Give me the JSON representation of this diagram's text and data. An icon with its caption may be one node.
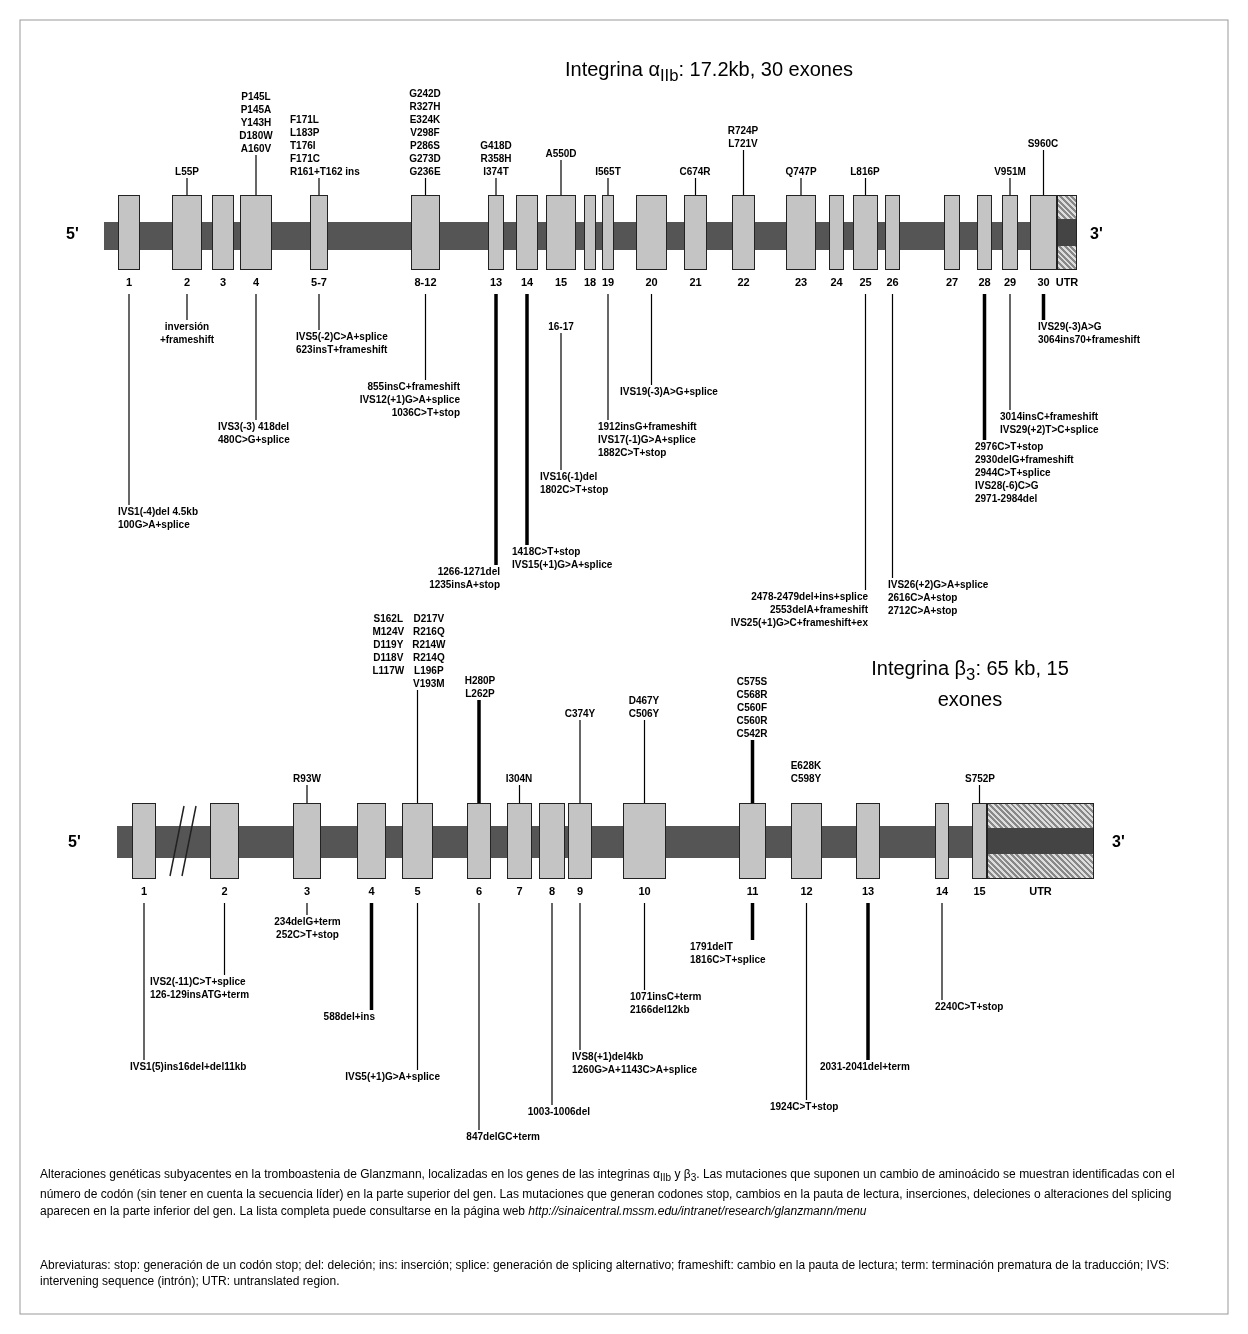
{
  "diagram": {
    "caption": "Alteraciones genéticas subyacentes en la tromboastenia de Glanzmann, localizadas en los genes de las integrinas α$_{IIb}$ y β$_{3}$. Las mutaciones que suponen un cambio de aminoácido se muestran identificadas con el número de codón (sin tener en cuenta la secuencia líder) en la parte superior del gen. Las mutaciones que generan codones stop, cambios en la pauta de lectura, inserciones, deleciones o alteraciones del splicing aparecen en la parte inferior del gen. La lista completa puede consultarse en la página web *http://sinaicentral.mssm.edu/intranet/research/glanzmann/menu*",
    "nodes": [
      {
        "text": [],
        "shape": "box",
        "beside": [
          "1"
        ]
      },
      {
        "text": [],
        "shape": "box",
        "beside": [
          "2"
        ]
      },
      {
        "text": [],
        "shape": "box",
        "beside": [
          "3"
        ]
      },
      {
        "text": [],
        "shape": "box",
        "beside": [
          "4"
        ]
      },
      {
        "text": [],
        "shape": "box",
        "beside": [
          "5-7"
        ]
      },
      {
        "text": [],
        "shape": "box",
        "beside": [
          "8-12"
        ]
      },
      {
        "text": [],
        "shape": "box",
        "beside": [
          "13"
        ]
      },
      {
        "text": [],
        "shape": "box",
        "beside": [
          "14"
        ]
      },
      {
        "text": [],
        "shape": "box",
        "beside": [
          "15"
        ]
      },
      {
        "text": [],
        "shape": "box",
        "beside": [
          "18"
        ]
      },
      {
        "text": [],
        "shape": "box",
        "beside": [
          "19"
        ]
      },
      {
        "text": [],
        "shape": "box",
        "beside": [
          "20"
        ]
      },
      {
        "text": [],
        "shape": "box",
        "beside": [
          "21"
        ]
      },
      {
        "text": [],
        "shape": "box",
        "beside": [
          "22"
        ]
      },
      {
        "text": [],
        "shape": "box",
        "beside": [
          "23"
        ]
      },
      {
        "text": [],
        "shape": "box",
        "beside": [
          "24"
        ]
      },
      {
        "text": [],
        "shape": "box",
        "beside": [
          "25"
        ]
      },
      {
        "text": [],
        "shape": "box",
        "beside": [
          "26"
        ]
      },
      {
        "text": [],
        "shape": "box",
        "beside": [
          "27"
        ]
      },
      {
        "text": [],
        "shape": "box",
        "beside": [
          "28"
        ]
      },
      {
        "text": [],
        "shape": "box",
        "beside": [
          "29"
        ]
      },
      {
        "text": [],
        "shape": "box",
        "beside": [
          "30"
        ]
      },
      {
        "text": [],
        "shape": "box",
        "beside": [
          "UTR"
        ]
      },
      {
        "text": [
          "L55P"
        ]
      },
      {
        "text": [
          "P145L",
          "P145A",
          "Y143H",
          "D180W",
          "A160V"
        ]
      },
      {
        "text": [
          "F171L",
          "L183P",
          "T176I",
          "F171C",
          "R161+T162 ins"
        ]
      },
      {
        "text": [
          "G242D",
          "R327H",
          "E324K",
          "V298F",
          "P286S",
          "G273D",
          "G236E"
        ]
      },
      {
        "text": [
          "G418D",
          "R358H",
          "I374T"
        ]
      },
      {
        "text": [
          "A550D"
        ]
      },
      {
        "text": [
          "I565T"
        ]
      },
      {
        "text": [
          "C674R"
        ]
      },
      {
        "text": [
          "R724P",
          "L721V"
        ]
      },
      {
        "text": [
          "Q747P"
        ]
      },
      {
        "text": [
          "L816P"
        ]
      },
      {
        "text": [
          "V951M"
        ]
      },
      {
        "text": [
          "S960C"
        ]
      },
      {
        "text": [
          "IVS1(-4)del 4.5kb",
          "100G>A+splice"
        ]
      },
      {
        "text": [
          "inversión",
          "+frameshift"
        ]
      },
      {
        "text": [
          "IVS3(-3) 418del",
          "480C>G+splice"
        ]
      },
      {
        "text": [
          "IVS5(-2)C>A+splice",
          "623insT+frameshift"
        ]
      },
      {
        "text": [
          "855insC+frameshift",
          "IVS12(+1)G>A+splice",
          "1036C>T+stop"
        ]
      },
      {
        "text": [
          "1266-1271del",
          "1235insA+stop"
        ]
      },
      {
        "text": [
          "1418C>T+stop",
          "IVS15(+1)G>A+splice"
        ]
      },
      {
        "text": [
          "16-17"
        ]
      },
      {
        "text": [
          "IVS16(-1)del",
          "1802C>T+stop"
        ]
      },
      {
        "text": [
          "1912insG+frameshift",
          "IVS17(-1)G>A+splice",
          "1882C>T+stop"
        ]
      },
      {
        "text": [
          "IVS19(-3)A>G+splice"
        ]
      },
      {
        "text": [
          "2478-2479del+ins+splice",
          "2553delA+frameshift",
          "IVS25(+1)G>C+frameshift+ex"
        ]
      },
      {
        "text": [
          "IVS26(+2)G>A+splice",
          "2616C>A+stop",
          "2712C>A+stop"
        ]
      },
      {
        "text": [
          "2976C>T+stop",
          "2930delG+frameshift",
          "2944C>T+splice",
          "IVS28(-6)C>G",
          "2971-2984del"
        ]
      },
      {
        "text": [
          "3014insC+frameshift",
          "IVS29(+2)T>C+splice"
        ]
      },
      {
        "text": [
          "IVS29(-3)A>G",
          "3064ins70+frameshift"
        ]
      },
      {
        "text": [],
        "shape": "box",
        "beside": [
          "1"
        ]
      },
      {
        "text": [],
        "shape": "box",
        "beside": [
          "2"
        ]
      },
      {
        "text": [],
        "shape": "box",
        "beside": [
          "3"
        ]
      },
      {
        "text": [],
        "shape": "box",
        "beside": [
          "4"
        ]
      },
      {
        "text": [],
        "shape": "box",
        "beside": [
          "5"
        ]
      },
      {
        "text": [],
        "shape": "box",
        "beside": [
          "6"
        ]
      },
      {
        "text": [],
        "shape": "box",
        "beside": [
          "7"
        ]
      },
      {
        "text": [],
        "shape": "box",
        "beside": [
          "8"
        ]
      },
      {
        "text": [],
        "shape": "box",
        "beside": [
          "9"
        ]
      },
      {
        "text": [],
        "shape": "box",
        "beside": [
          "10"
        ]
      },
      {
        "text": [],
        "shape": "box",
        "beside": [
          "11"
        ]
      },
      {
        "text": [],
        "shape": "box",
        "beside": [
          "12"
        ]
      },
      {
        "text": [],
        "shape": "box",
        "beside": [
          "13"
        ]
      },
      {
        "text": [],
        "shape": "box",
        "beside": [
          "14"
        ]
      },
      {
        "text": [],
        "shape": "box",
        "beside": [
          "15"
        ]
      },
      {
        "text": [],
        "shape": "box",
        "beside": [
          "UTR"
        ]
      },
      {
        "text": [
          "R93W"
        ]
      },
      {
        "text": [
          "S162L",
          "M124V",
          "D119Y",
          "D118V",
          "L117W",
          "D217V",
          "R216Q",
          "R214W",
          "R214Q",
          "L196P",
          "V193M"
        ]
      },
      {
        "text": [
          "H280P",
          "L262P"
        ]
      },
      {
        "text": [
          "I304N"
        ]
      },
      {
        "text": [
          "C374Y"
        ]
      },
      {
        "text": [
          "D467Y",
          "C506Y"
        ]
      },
      {
        "text": [
          "C575S",
          "C568R",
          "C560F",
          "C560R",
          "C542R"
        ]
      },
      {
        "text": [
          "S752P"
        ]
      },
      {
        "text": [
          "IVS1(5)ins16del+del11kb"
        ]
      },
      {
        "text": [
          "IVS2(-11)C>T+splice",
          "126-129insATG+term"
        ]
      },
      {
        "text": [
          "234delG+term",
          "252C>T+stop"
        ]
      },
      {
        "text": [
          "588del+ins"
        ]
      },
      {
        "text": [
          "IVS5(+1)G>A+splice"
        ]
      },
      {
        "text": [
          "847delGC+term"
        ]
      },
      {
        "text": [
          "1003-1006del"
        ]
      },
      {
        "text": [
          "IVS8(+1)del4kb",
          "1260G>A+1143C>A+splice"
        ]
      },
      {
        "text": [
          "1071insC+term",
          "2166del12kb"
        ]
      },
      {
        "text": [
          "1791delT",
          "1816C>T+splice"
        ]
      },
      {
        "text": [
          "1924C>T+stop"
        ]
      },
      {
        "text": [
          "2031-2041del+term"
        ]
      },
      {
        "text": [
          "2240C>T+stop"
        ]
      }
    ],
    "edges": [
      {
        "from": 23,
        "to": 1,
        "arrow": "none"
      },
      {
        "from": 24,
        "to": 3,
        "arrow": "none"
      },
      {
        "from": 25,
        "to": 4,
        "arrow": "none"
      },
      {
        "from": 26,
        "to": 5,
        "arrow": "none"
      },
      {
        "from": 27,
        "to": 6,
        "arrow": "none"
      },
      {
        "from": 28,
        "to": 8,
        "arrow": "none"
      },
      {
        "from": 29,
        "to": 10,
        "arrow": "none"
      },
      {
        "from": 30,
        "to": 12,
        "arrow": "none"
      },
      {
        "from": 31,
        "to": 13,
        "arrow": "none"
      },
      {
        "from": 32,
        "to": 14,
        "arrow": "none"
      },
      {
        "from": 33,
        "to": 16,
        "arrow": "none"
      },
      {
        "from": 34,
        "to": 20,
        "arrow": "none"
      },
      {
        "from": 35,
        "to": 21,
        "arrow": "none"
      },
      {
        "from": 36,
        "to": 0,
        "arrow": "none"
      },
      {
        "from": 37,
        "to": 1,
        "arrow": "none"
      },
      {
        "from": 38,
        "to": 3,
        "arrow": "none"
      },
      {
        "from": 39,
        "to": 4,
        "arrow": "none"
      },
      {
        "from": 40,
        "to": 5,
        "arrow": "none"
      },
      {
        "from": 41,
        "to": 6,
        "arrow": "none",
        "style": "thick"
      },
      {
        "from": 42,
        "to": 7,
        "arrow": "none",
        "style": "thick"
      },
      {
        "from": 43,
        "to": 44,
        "arrow": "none"
      },
      {
        "from": 45,
        "to": 10,
        "arrow": "none"
      },
      {
        "from": 46,
        "to": 11,
        "arrow": "none"
      },
      {
        "from": 47,
        "to": 16,
        "arrow": "none"
      },
      {
        "from": 48,
        "to": 17,
        "arrow": "none"
      },
      {
        "from": 49,
        "to": 19,
        "arrow": "none",
        "style": "thick"
      },
      {
        "from": 50,
        "to": 20,
        "arrow": "none"
      },
      {
        "from": 51,
        "to": 21,
        "arrow": "none",
        "style": "thick"
      },
      {
        "from": 68,
        "to": 54,
        "arrow": "none"
      },
      {
        "from": 69,
        "to": 56,
        "arrow": "none"
      },
      {
        "from": 70,
        "to": 57,
        "arrow": "none",
        "style": "thick"
      },
      {
        "from": 71,
        "to": 58,
        "arrow": "none"
      },
      {
        "from": 72,
        "to": 60,
        "arrow": "none"
      },
      {
        "from": 73,
        "to": 61,
        "arrow": "none"
      },
      {
        "from": 74,
        "to": 62,
        "arrow": "none",
        "style": "thick"
      },
      {
        "from": 75,
        "to": 66,
        "arrow": "none"
      },
      {
        "from": 76,
        "to": 52,
        "arrow": "none"
      },
      {
        "from": 77,
        "to": 53,
        "arrow": "none"
      },
      {
        "from": 78,
        "to": 54,
        "arrow": "none"
      },
      {
        "from": 79,
        "to": 55,
        "arrow": "none",
        "style": "thick"
      },
      {
        "from": 80,
        "to": 56,
        "arrow": "none"
      },
      {
        "from": 81,
        "to": 57,
        "arrow": "none"
      },
      {
        "from": 82,
        "to": 59,
        "arrow": "none"
      },
      {
        "from": 83,
        "to": 60,
        "arrow": "none"
      },
      {
        "from": 84,
        "to": 61,
        "arrow": "none"
      },
      {
        "from": 85,
        "to": 62,
        "arrow": "none",
        "style": "thick"
      },
      {
        "from": 86,
        "to": 63,
        "arrow": "none"
      },
      {
        "from": 87,
        "to": 64,
        "arrow": "none",
        "style": "thick"
      },
      {
        "from": 88,
        "to": 65,
        "arrow": "none"
      }
    ],
    "labels": [
      "Integrina α$_{IIb}$: 17.2kb, 30 exones",
      "5'",
      "3'",
      "Integrina β$_{3}$: 65 kb, 15 exones",
      "E628K",
      "C598Y",
      "5'",
      "3'",
      "Abreviaturas: stop: generación de un codón stop; del: deleción; ins: inserción; splice: generación de splicing alternativo; frameshift: cambio en la pauta de lectura; term: terminación prematura de la traducción; IVS: intervening sequence (intrón); UTR: untranslated region."
    ]
  }
}
